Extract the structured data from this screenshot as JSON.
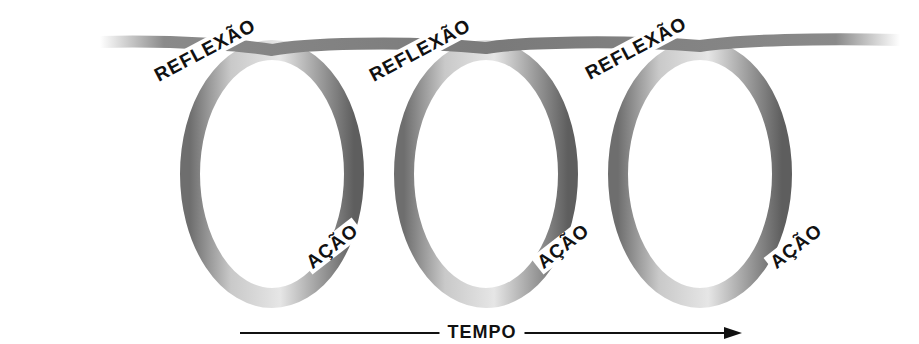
{
  "diagram": {
    "labels": [
      "REFLEXÃO",
      "REFLEXÃO",
      "REFLEXÃO",
      "AÇÃO",
      "AÇÃO",
      "AÇÃO",
      "TEMPO"
    ]
  }
}
